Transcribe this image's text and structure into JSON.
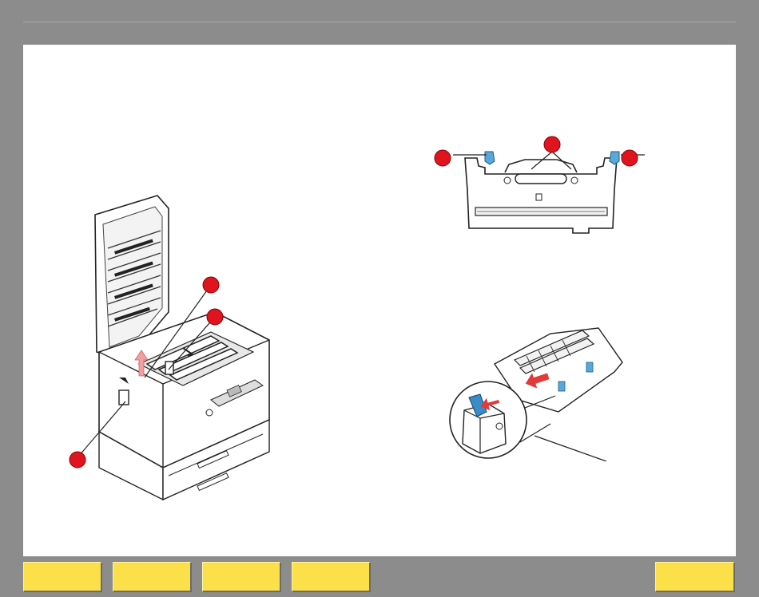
{
  "nav": {
    "button_1": "",
    "button_2": "",
    "button_3": "",
    "button_4": "",
    "button_right": ""
  },
  "colors": {
    "frame": "#8c8c8c",
    "page": "#ffffff",
    "callout": "#e0141e",
    "nav_button": "#fbe04a",
    "latch_blue": "#5aa8d8",
    "arrow_red": "#e23a3a"
  },
  "icons": [
    "printer-illustration",
    "fuser-unit-illustration",
    "fuser-latch-illustration",
    "callout-marker-icon",
    "arrow-icon"
  ]
}
